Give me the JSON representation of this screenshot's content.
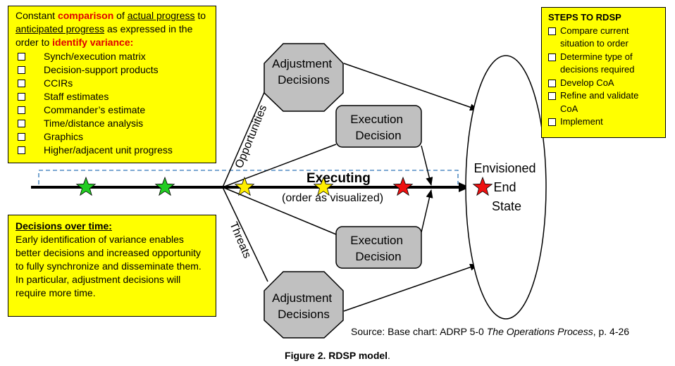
{
  "left_box": {
    "intro_segments": [
      {
        "text": "Constant ",
        "style": "plain"
      },
      {
        "text": "comparison",
        "style": "red"
      },
      {
        "text": " of ",
        "style": "plain"
      },
      {
        "text": "actual progress",
        "style": "ul"
      },
      {
        "text": " to ",
        "style": "plain"
      },
      {
        "text": "anticipated progress",
        "style": "ul"
      },
      {
        "text": " as expressed in the order to ",
        "style": "plain"
      },
      {
        "text": "identify variance:",
        "style": "red"
      }
    ],
    "items": [
      "Synch/execution matrix",
      "Decision-support products",
      "CCIRs",
      "Staff estimates",
      "Commander’s estimate",
      "Time/distance analysis",
      "Graphics",
      "Higher/adjacent unit progress"
    ]
  },
  "decisions_box": {
    "title": "Decisions over time:",
    "body": "Early identification of variance enables better decisions and increased opportunity to fully synchronize and disseminate them.  In particular, adjustment decisions will require more time."
  },
  "steps_box": {
    "title": "STEPS TO RDSP",
    "items": [
      "Compare current situation to order",
      "Determine type of decisions required",
      "Develop CoA",
      "Refine and validate CoA",
      "Implement"
    ]
  },
  "diagram": {
    "adjustment_top": [
      "Adjustment",
      "Decisions"
    ],
    "adjustment_bottom": [
      "Adjustment",
      "Decisions"
    ],
    "execution_top": [
      "Execution",
      "Decision"
    ],
    "execution_bottom": [
      "Execution",
      "Decision"
    ],
    "end_state": [
      "Envisioned",
      "End",
      "State"
    ],
    "opportunities": "Opportunities",
    "threats": "Threats",
    "executing": "Executing",
    "order_visualized": "(order as visualized)"
  },
  "colors": {
    "box_fill": "#ffff00",
    "emphasis": "#e00000",
    "star_green": "#22cc22",
    "star_yellow": "#ffee00",
    "star_red": "#ee1111",
    "decision_fill": "#c0c0c0",
    "dashed_line": "#2e75b6"
  },
  "source": {
    "prefix": "Source:  Base chart: ADRP 5-0 ",
    "title_italic": "The Operations Process",
    "suffix": ", p. 4-26"
  },
  "caption": {
    "bold": "Figure 2. RDSP model",
    "plain": "."
  }
}
